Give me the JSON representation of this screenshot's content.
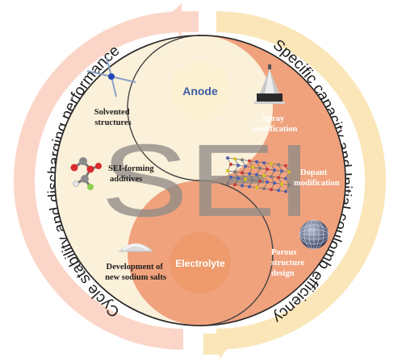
{
  "outer_arcs": {
    "left": "Cycle stability and discharging performance",
    "right": "Specific capacity and Initial coulomb efficiency"
  },
  "center_text": "SEI",
  "bubbles": {
    "anode": "Anode",
    "electrolyte": "Electrolyte"
  },
  "left_items": [
    {
      "lines": [
        "Solvented",
        "structures"
      ]
    },
    {
      "lines": [
        "SEI-forming",
        "additives"
      ]
    },
    {
      "lines": [
        "Development of",
        "new sodium salts"
      ]
    }
  ],
  "right_items": [
    {
      "lines": [
        "Spray",
        "modification"
      ]
    },
    {
      "lines": [
        "Dopant",
        "modification"
      ]
    },
    {
      "lines": [
        "Porous",
        "structure",
        "design"
      ]
    }
  ],
  "colors": {
    "left_half": "#fbf0d9",
    "right_half": "#f0a27d",
    "left_arrow": "#fbd6c8",
    "right_arrow": "#fae6b8",
    "anode_bubble": "#fcf1d3",
    "electrolyte_bubble": "#ef9a6c",
    "anode_text": "#3d5da4",
    "electrolyte_text": "#ffffff"
  },
  "icons": {
    "solvented": "solvated-molecule-icon",
    "additive": "ball-and-stick-molecule-icon",
    "salt": "salt-pile-icon",
    "spray": "spray-nozzle-icon",
    "dopant": "doped-lattice-icon",
    "porous": "porous-sphere-icon"
  }
}
